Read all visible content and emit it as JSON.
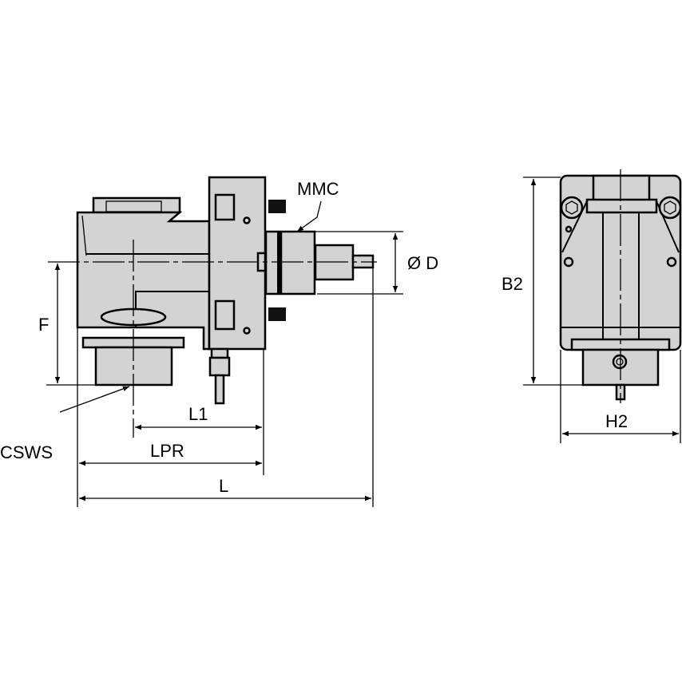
{
  "drawing": {
    "side_view": {
      "labels": {
        "mmc": "MMC",
        "diameter": "Ø D",
        "f": "F",
        "l1": "L1",
        "csws": "CSWS",
        "lpr": "LPR",
        "l": "L"
      }
    },
    "front_view": {
      "labels": {
        "b2": "B2",
        "h2": "H2"
      }
    },
    "colors": {
      "part_fill": "#d3d3d3",
      "line": "#000000"
    }
  }
}
